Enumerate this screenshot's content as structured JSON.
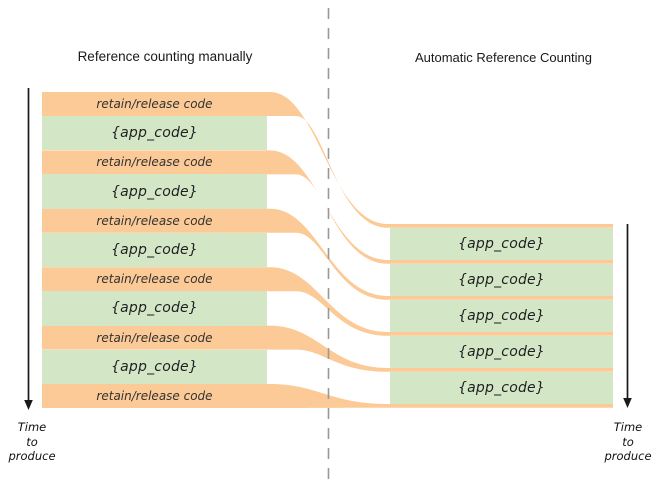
{
  "diagram": {
    "left": {
      "title": "Reference counting manually",
      "bands": [
        {
          "kind": "retain",
          "label": "retain/release code"
        },
        {
          "kind": "app",
          "label": "{app_code}"
        },
        {
          "kind": "retain",
          "label": "retain/release code"
        },
        {
          "kind": "app",
          "label": "{app_code}"
        },
        {
          "kind": "retain",
          "label": "retain/release code"
        },
        {
          "kind": "app",
          "label": "{app_code}"
        },
        {
          "kind": "retain",
          "label": "retain/release code"
        },
        {
          "kind": "app",
          "label": "{app_code}"
        },
        {
          "kind": "retain",
          "label": "retain/release code"
        },
        {
          "kind": "app",
          "label": "{app_code}"
        },
        {
          "kind": "retain",
          "label": "retain/release code"
        }
      ],
      "time_axis": {
        "line1": "Time",
        "line2": "to produce"
      }
    },
    "right": {
      "title": "Automatic Reference Counting",
      "bars": [
        {
          "label": "{app_code}"
        },
        {
          "label": "{app_code}"
        },
        {
          "label": "{app_code}"
        },
        {
          "label": "{app_code}"
        },
        {
          "label": "{app_code}"
        }
      ],
      "time_axis": {
        "line1": "Time",
        "line2": "to produce"
      }
    },
    "colors": {
      "overhead_orange": "#FBCA96",
      "app_green": "#D3E6C6",
      "divider_gray": "#999999",
      "arrow_black": "#1A1A1A",
      "retain_text": "#333333",
      "code_text": "#1F1F1F",
      "title_text": "#1A1A1A"
    }
  }
}
